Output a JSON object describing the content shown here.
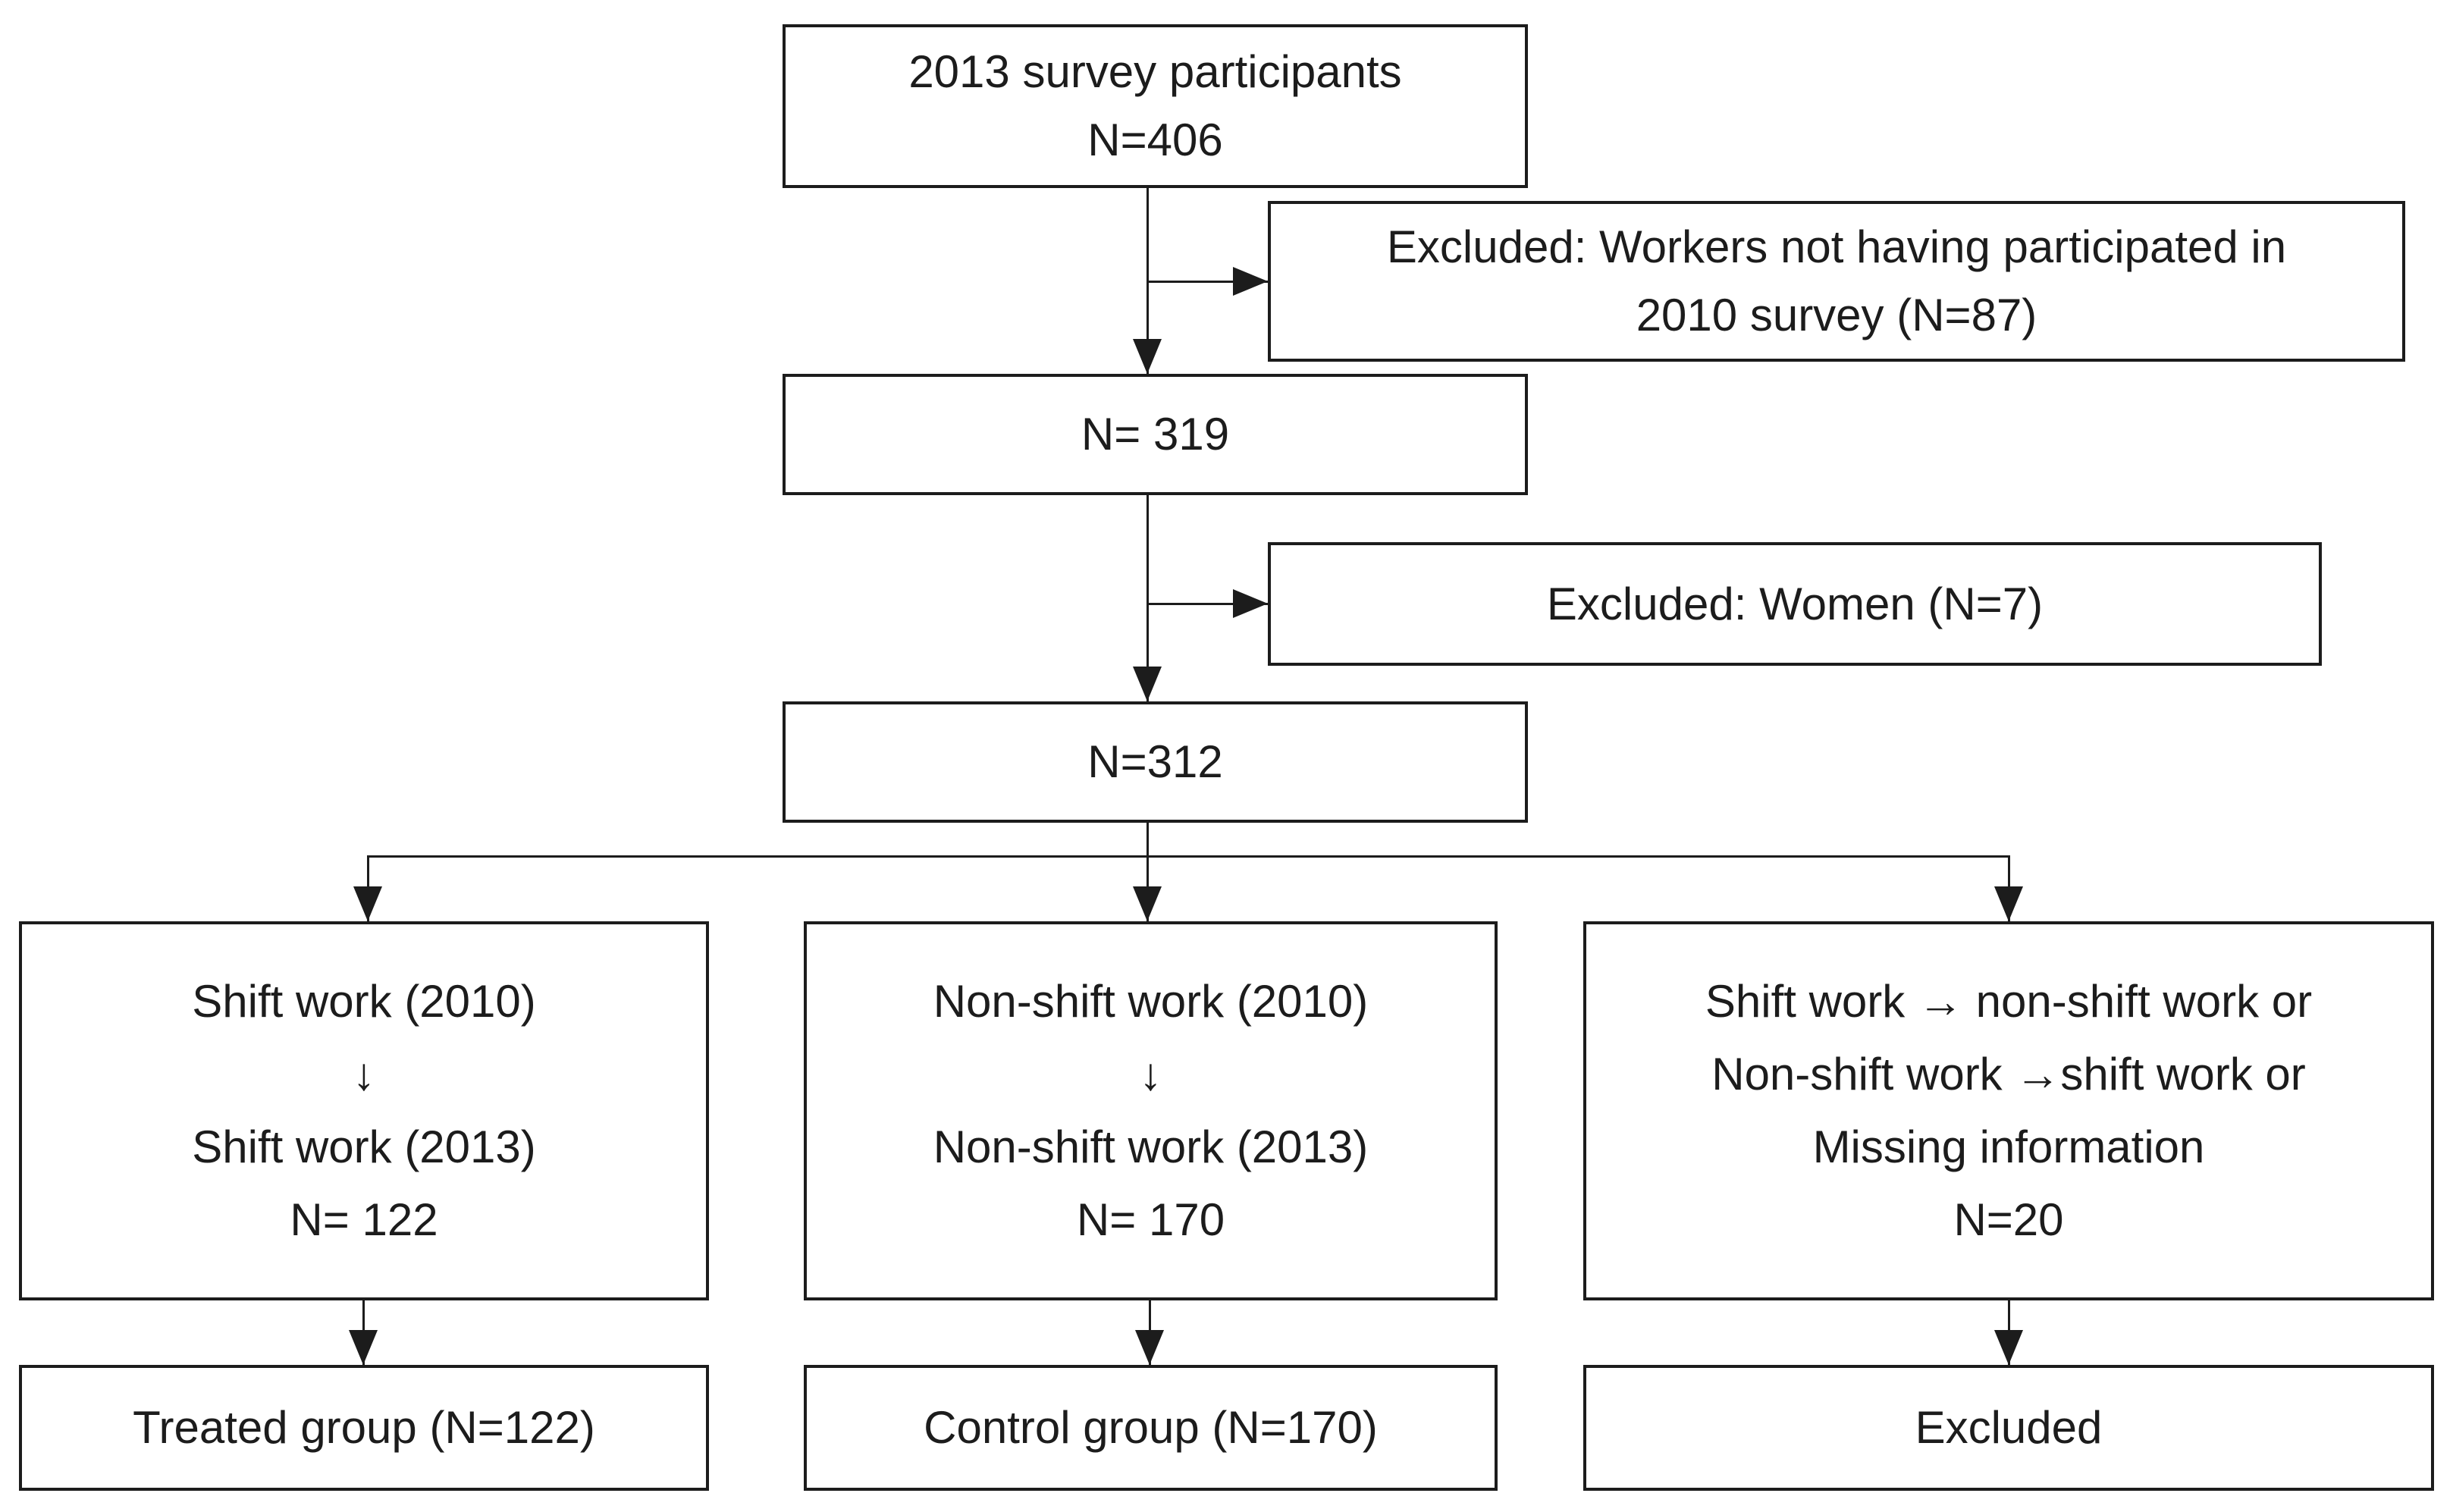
{
  "colors": {
    "ink": "#1c1c1c",
    "background": "#ffffff"
  },
  "nodes": {
    "survey2013": {
      "lines": [
        "2013 survey participants",
        "N=406"
      ]
    },
    "excluded2010": {
      "lines": [
        "Excluded: Workers not having participated in",
        "2010 survey (N=87)"
      ]
    },
    "n319": {
      "lines": [
        "N= 319"
      ]
    },
    "excludedWomen": {
      "lines": [
        "Excluded: Women (N=7)"
      ]
    },
    "n312": {
      "lines": [
        "N=312"
      ]
    },
    "shiftGroup": {
      "lines": [
        "Shift work (2010)",
        "↓",
        "Shift work (2013)",
        "N= 122"
      ]
    },
    "nonShiftGroup": {
      "lines": [
        "Non-shift work (2010)",
        "↓",
        "Non-shift work (2013)",
        "N= 170"
      ]
    },
    "changedGroup": {
      "lines": [
        "Shift work → non-shift work or",
        "Non-shift work →shift work or",
        "Missing information",
        "N=20"
      ]
    },
    "treated": {
      "lines": [
        "Treated group (N=122)"
      ]
    },
    "control": {
      "lines": [
        "Control group (N=170)"
      ]
    },
    "excludedFinal": {
      "lines": [
        "Excluded"
      ]
    }
  }
}
